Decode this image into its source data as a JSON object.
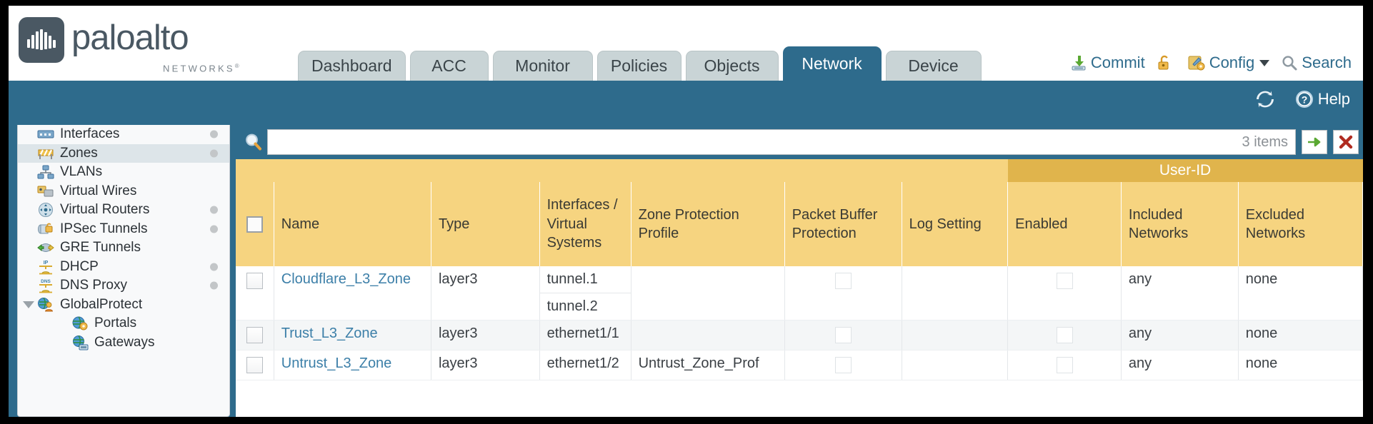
{
  "brand": {
    "name": "paloalto",
    "tagline": "NETWORKS",
    "registered": "®"
  },
  "nav": {
    "tabs": [
      {
        "label": "Dashboard",
        "active": false
      },
      {
        "label": "ACC",
        "active": false
      },
      {
        "label": "Monitor",
        "active": false
      },
      {
        "label": "Policies",
        "active": false
      },
      {
        "label": "Objects",
        "active": false
      },
      {
        "label": "Network",
        "active": true
      },
      {
        "label": "Device",
        "active": false
      }
    ],
    "actions": [
      {
        "label": "Commit",
        "icon": "commit-icon"
      },
      {
        "label": "",
        "icon": "lock-icon"
      },
      {
        "label": "Config",
        "icon": "config-icon",
        "caret": true
      },
      {
        "label": "Search",
        "icon": "search-icon"
      }
    ]
  },
  "blue_bar": {
    "refresh_label": "",
    "help_label": "Help"
  },
  "sidebar": {
    "items": [
      {
        "label": "Interfaces",
        "icon": "interfaces-icon",
        "dot": true,
        "selected": false,
        "indent": false,
        "caret": false
      },
      {
        "label": "Zones",
        "icon": "zones-icon",
        "dot": true,
        "selected": true,
        "indent": false,
        "caret": false
      },
      {
        "label": "VLANs",
        "icon": "vlans-icon",
        "dot": false,
        "selected": false,
        "indent": false,
        "caret": false
      },
      {
        "label": "Virtual Wires",
        "icon": "virtual-wires-icon",
        "dot": false,
        "selected": false,
        "indent": false,
        "caret": false
      },
      {
        "label": "Virtual Routers",
        "icon": "virtual-routers-icon",
        "dot": true,
        "selected": false,
        "indent": false,
        "caret": false
      },
      {
        "label": "IPSec Tunnels",
        "icon": "ipsec-tunnels-icon",
        "dot": true,
        "selected": false,
        "indent": false,
        "caret": false
      },
      {
        "label": "GRE Tunnels",
        "icon": "gre-tunnels-icon",
        "dot": false,
        "selected": false,
        "indent": false,
        "caret": false
      },
      {
        "label": "DHCP",
        "icon": "dhcp-icon",
        "dot": true,
        "selected": false,
        "indent": false,
        "caret": false
      },
      {
        "label": "DNS Proxy",
        "icon": "dns-proxy-icon",
        "dot": true,
        "selected": false,
        "indent": false,
        "caret": false
      },
      {
        "label": "GlobalProtect",
        "icon": "globalprotect-icon",
        "dot": false,
        "selected": false,
        "indent": false,
        "caret": true
      },
      {
        "label": "Portals",
        "icon": "portals-icon",
        "dot": false,
        "selected": false,
        "indent": true,
        "caret": false
      },
      {
        "label": "Gateways",
        "icon": "gateways-icon",
        "dot": false,
        "selected": false,
        "indent": true,
        "caret": false
      }
    ]
  },
  "search": {
    "value": "",
    "placeholder": "",
    "items_count": "3 items",
    "apply_icon": "arrow-right-icon",
    "clear_icon": "red-x-icon"
  },
  "table": {
    "group_header": "User-ID",
    "columns": [
      "Name",
      "Type",
      "Interfaces / Virtual Systems",
      "Zone Protection Profile",
      "Packet Buffer Protection",
      "Log Setting",
      "Enabled",
      "Included Networks",
      "Excluded Networks"
    ],
    "rows": [
      {
        "name": "Cloudflare_L3_Zone",
        "type": "layer3",
        "interfaces": [
          "tunnel.1",
          "tunnel.2"
        ],
        "zone_protection_profile": "",
        "packet_buffer_protection": false,
        "log_setting": "",
        "userid_enabled": false,
        "included_networks": "any",
        "excluded_networks": "none",
        "alt": false
      },
      {
        "name": "Trust_L3_Zone",
        "type": "layer3",
        "interfaces": [
          "ethernet1/1"
        ],
        "zone_protection_profile": "",
        "packet_buffer_protection": false,
        "log_setting": "",
        "userid_enabled": false,
        "included_networks": "any",
        "excluded_networks": "none",
        "alt": true
      },
      {
        "name": "Untrust_L3_Zone",
        "type": "layer3",
        "interfaces": [
          "ethernet1/2"
        ],
        "zone_protection_profile": "Untrust_Zone_Prof",
        "packet_buffer_protection": false,
        "log_setting": "",
        "userid_enabled": false,
        "included_networks": "any",
        "excluded_networks": "none",
        "alt": false
      }
    ]
  },
  "colors": {
    "brand_blue": "#2e6b8c",
    "table_header_yellow": "#f6d480",
    "group_header_yellow": "#e0b44c",
    "link_blue": "#3c7fa8",
    "tab_inactive": "#c9d4d6"
  }
}
